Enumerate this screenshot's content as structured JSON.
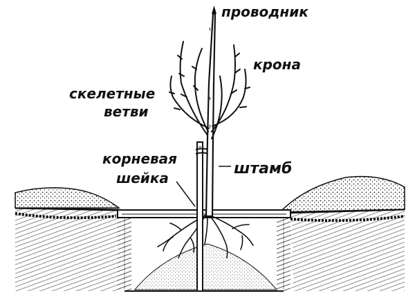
{
  "diagram": {
    "labels": {
      "leader": "проводник",
      "crown": "крона",
      "skeletal_branches_line1": "скелетные",
      "skeletal_branches_line2": "ветви",
      "root_collar_line1": "корневая",
      "root_collar_line2": "шейка",
      "trunk": "штамб"
    },
    "colors": {
      "ink": "#111111",
      "paper": "#ffffff",
      "soil_fill": "#d9d9d9"
    }
  }
}
